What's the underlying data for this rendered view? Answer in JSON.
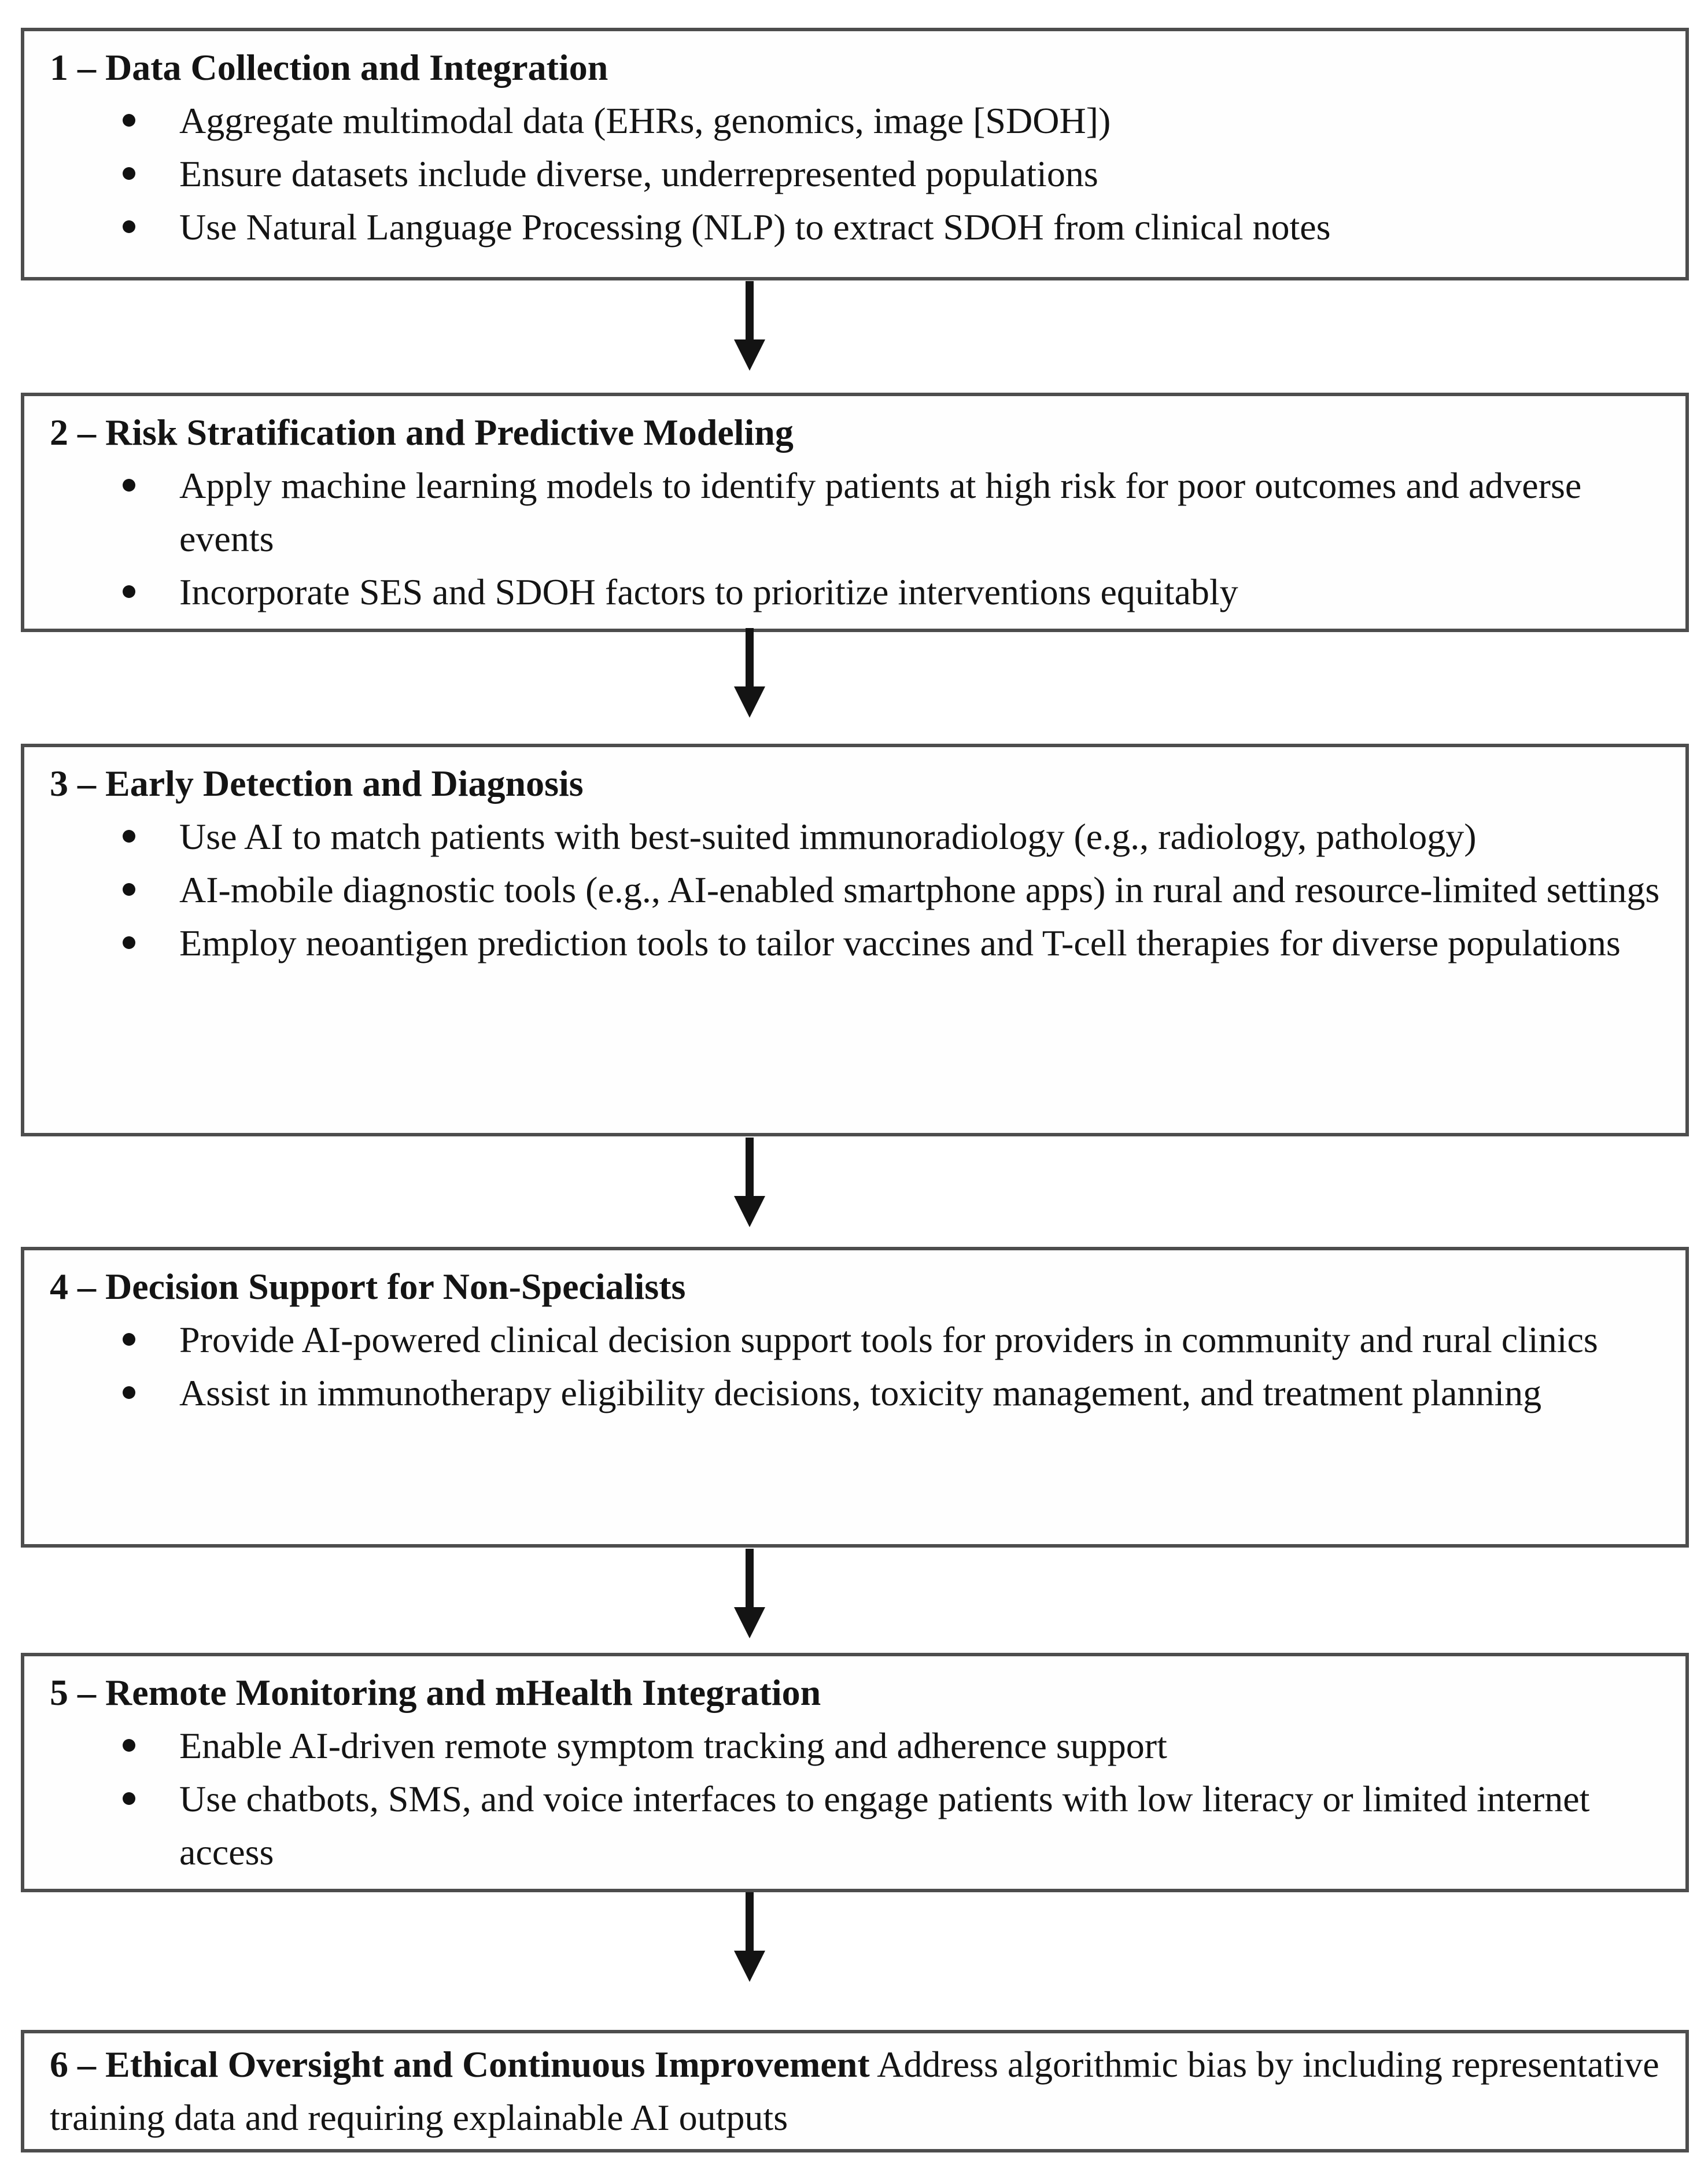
{
  "figure": {
    "colors": {
      "background": "#ffffff",
      "box_border": "#4d4d4d",
      "text": "#141414",
      "arrow": "#131313"
    },
    "steps": [
      {
        "title": "1 – Data Collection and Integration",
        "bullets": [
          "Aggregate multimodal data (EHRs, genomics, image [SDOH])",
          "Ensure datasets include diverse, underrepresented populations",
          "Use Natural Language Processing (NLP) to extract SDOH from clinical notes"
        ]
      },
      {
        "title": "2 – Risk Stratification and Predictive Modeling",
        "bullets": [
          "Apply machine learning models to identify patients at high risk for poor outcomes and adverse events",
          "Incorporate SES and SDOH factors to prioritize interventions equitably"
        ]
      },
      {
        "title": "3 – Early Detection and Diagnosis",
        "bullets": [
          "Use AI to match patients with best-suited immunoradiology (e.g., radiology, pathology)",
          "AI-mobile diagnostic tools (e.g., AI-enabled smartphone apps) in rural and resource-limited settings",
          "Employ neoantigen prediction tools to tailor vaccines and T-cell therapies for diverse populations"
        ]
      },
      {
        "title": "4 – Decision Support for Non-Specialists",
        "bullets": [
          "Provide AI-powered clinical decision support tools for providers in community and rural clinics",
          "Assist in immunotherapy eligibility decisions, toxicity management, and treatment planning"
        ]
      },
      {
        "title": "5 – Remote Monitoring and mHealth Integration",
        "bullets": [
          "Enable AI-driven remote symptom tracking and adherence support",
          "Use chatbots, SMS, and voice interfaces to engage patients with low literacy or limited internet access"
        ]
      },
      {
        "title": "6 – Ethical Oversight and Continuous Improvement",
        "text": "Address algorithmic bias by including representative training data and requiring explainable AI outputs",
        "bullets": []
      }
    ]
  }
}
